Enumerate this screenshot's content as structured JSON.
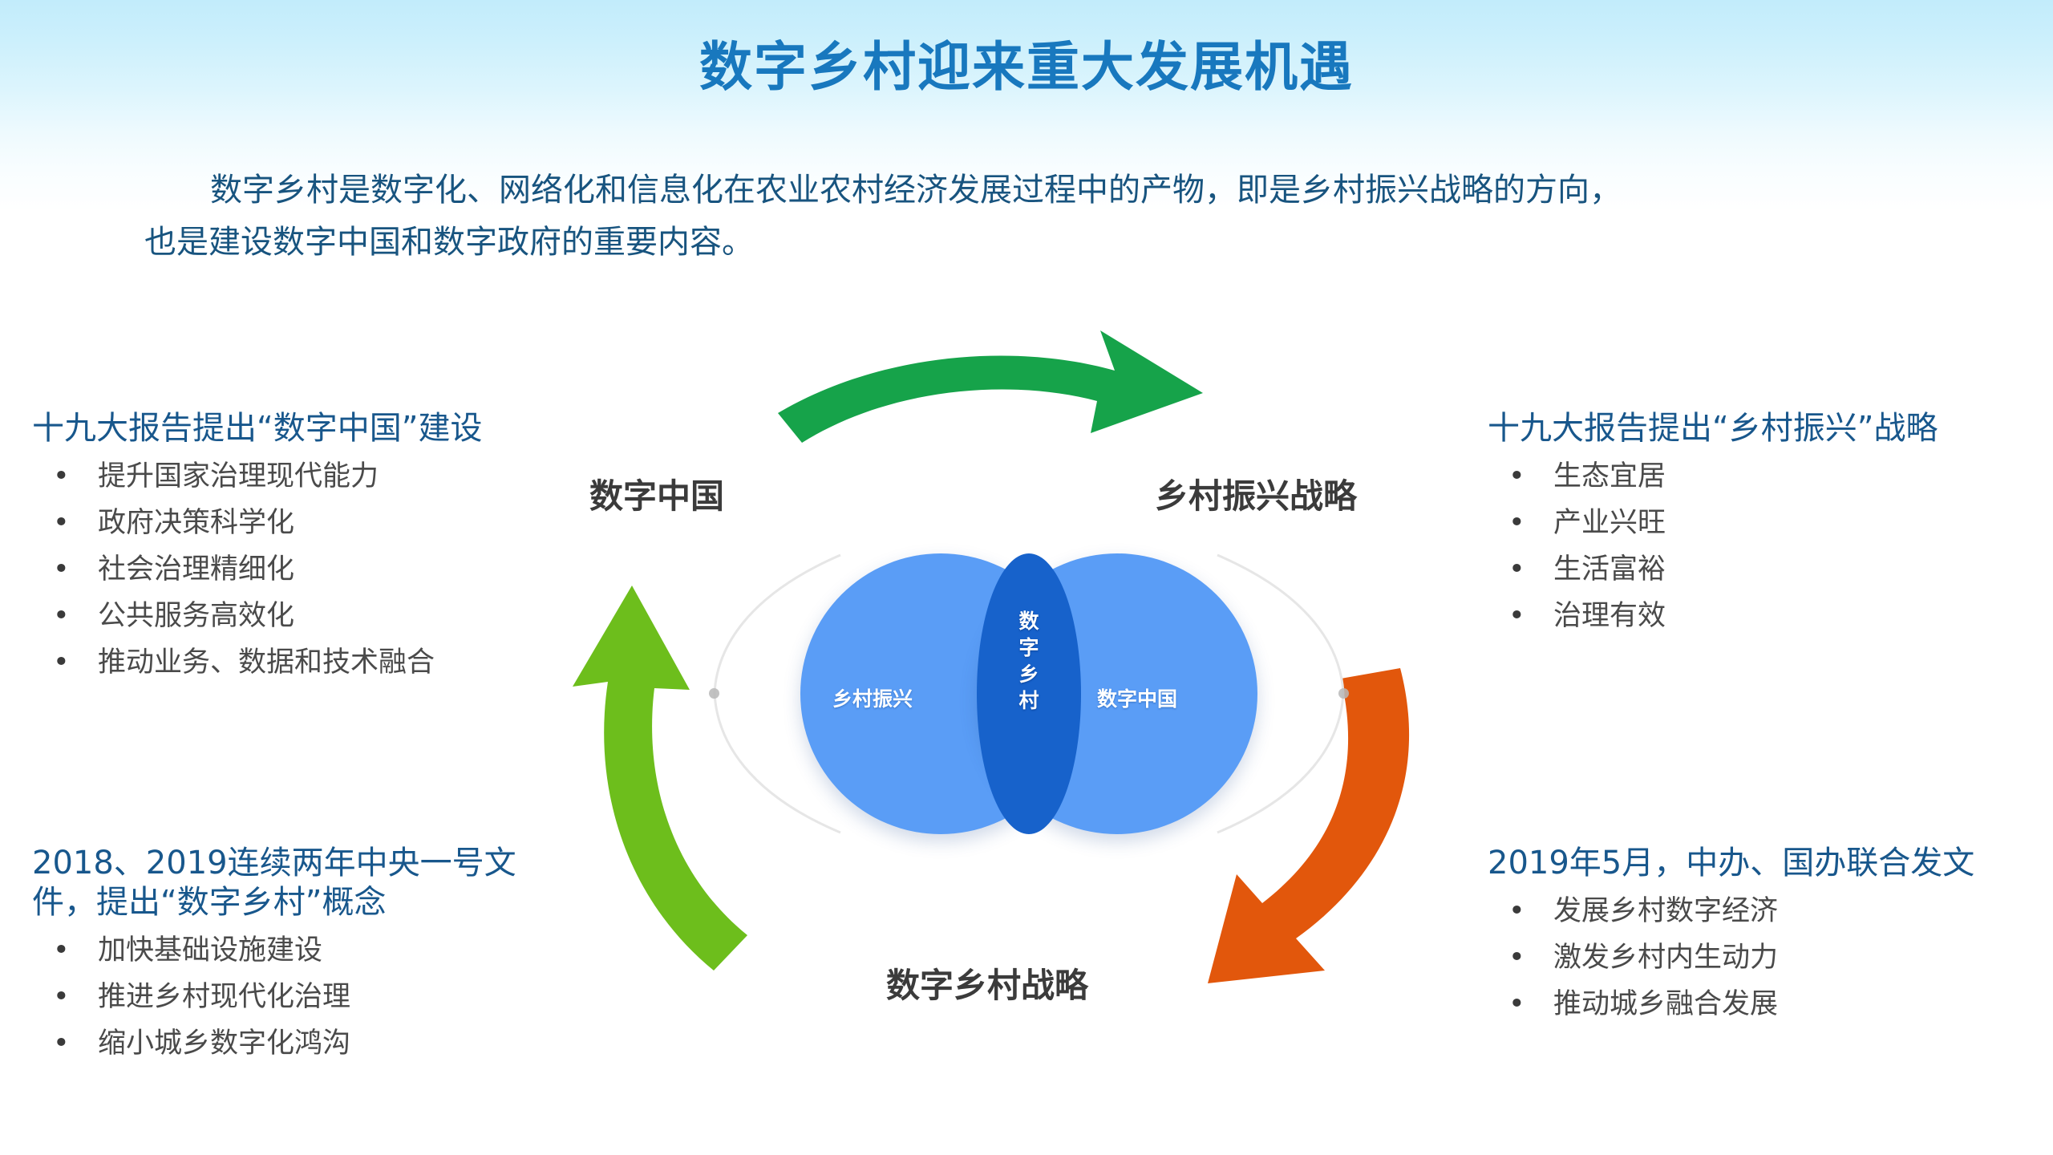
{
  "slide": {
    "title": "数字乡村迎来重大发展机遇",
    "title_color": "#1878BE",
    "bg_top_color": "#C2ECFB",
    "bg_bottom_color": "#FFFFFF"
  },
  "subtitle": {
    "line1": "数字乡村是数字化、网络化和信息化在农业农村经济发展过程中的产物，即是乡村振兴战略的方向，",
    "line2": "也是建设数字中国和数字政府的重要内容。",
    "color": "#18547F"
  },
  "blocks": {
    "top_left": {
      "heading": "十九大报告提出“数字中国”建设",
      "bullets": [
        "提升国家治理现代能力",
        "政府决策科学化",
        "社会治理精细化",
        "公共服务高效化",
        "推动业务、数据和技术融合"
      ]
    },
    "top_right": {
      "heading": "十九大报告提出“乡村振兴”战略",
      "bullets": [
        "生态宜居",
        "产业兴旺",
        "生活富裕",
        "治理有效"
      ]
    },
    "bottom_left": {
      "heading": "2018、2019连续两年中央一号文\n件，提出“数字乡村”概念",
      "bullets": [
        "加快基础设施建设",
        "推进乡村现代化治理",
        "缩小城乡数字化鸿沟"
      ]
    },
    "bottom_right": {
      "heading": "2019年5月，中办、国办联合发文",
      "bullets": [
        "发展乡村数字经济",
        "激发乡村内生动力",
        "推动城乡融合发展"
      ]
    }
  },
  "cycle": {
    "labels": {
      "left": "数字中国",
      "right": "乡村振兴战略",
      "bottom": "数字乡村战略"
    },
    "arrows": [
      {
        "name": "top-green-arrow",
        "color": "#16A34A",
        "direction": "right"
      },
      {
        "name": "right-orange-arrow",
        "color": "#E2570C",
        "direction": "down-left"
      },
      {
        "name": "left-lime-arrow",
        "color": "#6DBE1C",
        "direction": "up"
      }
    ]
  },
  "venn": {
    "left_circle_label": "乡村振兴",
    "right_circle_label": "数字中国",
    "intersection_label_chars": [
      "数",
      "字",
      "乡",
      "村"
    ],
    "circle_color": "#5A9DF6",
    "intersection_color": "#1762CB",
    "ring_color": "#E3E3E3"
  }
}
